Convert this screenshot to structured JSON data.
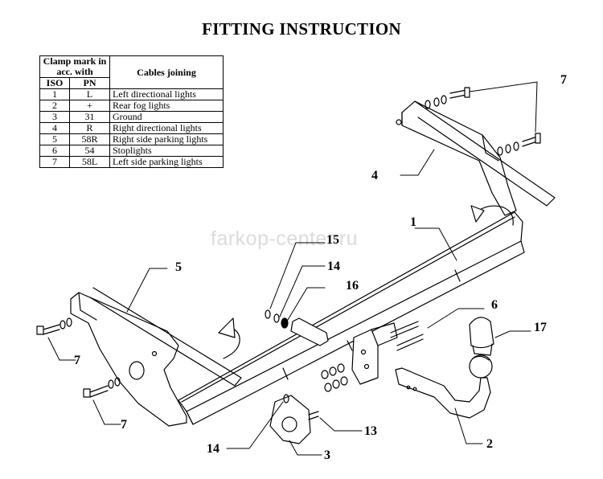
{
  "title": "FITTING INSTRUCTION",
  "watermark": "farkop-center.ru",
  "table": {
    "header_clamp": "Clamp mark in acc. with",
    "header_cables": "Cables joining",
    "header_iso": "ISO",
    "header_pn": "PN",
    "rows": [
      {
        "iso": "1",
        "pn": "L",
        "cable": "Left directional lights"
      },
      {
        "iso": "2",
        "pn": "+",
        "cable": "Rear fog lights"
      },
      {
        "iso": "3",
        "pn": "31",
        "cable": "Ground"
      },
      {
        "iso": "4",
        "pn": "R",
        "cable": "Right directional lights"
      },
      {
        "iso": "5",
        "pn": "58R",
        "cable": "Right side parking lights"
      },
      {
        "iso": "6",
        "pn": "54",
        "cable": "Stoplights"
      },
      {
        "iso": "7",
        "pn": "58L",
        "cable": "Left side parking lights"
      }
    ]
  },
  "callouts": {
    "c1": "1",
    "c2": "2",
    "c3": "3",
    "c4": "4",
    "c5": "5",
    "c6": "6",
    "c7a": "7",
    "c7b": "7",
    "c7c": "7",
    "c13": "13",
    "c14a": "14",
    "c14b": "14",
    "c15": "15",
    "c16": "16",
    "c17": "17"
  }
}
